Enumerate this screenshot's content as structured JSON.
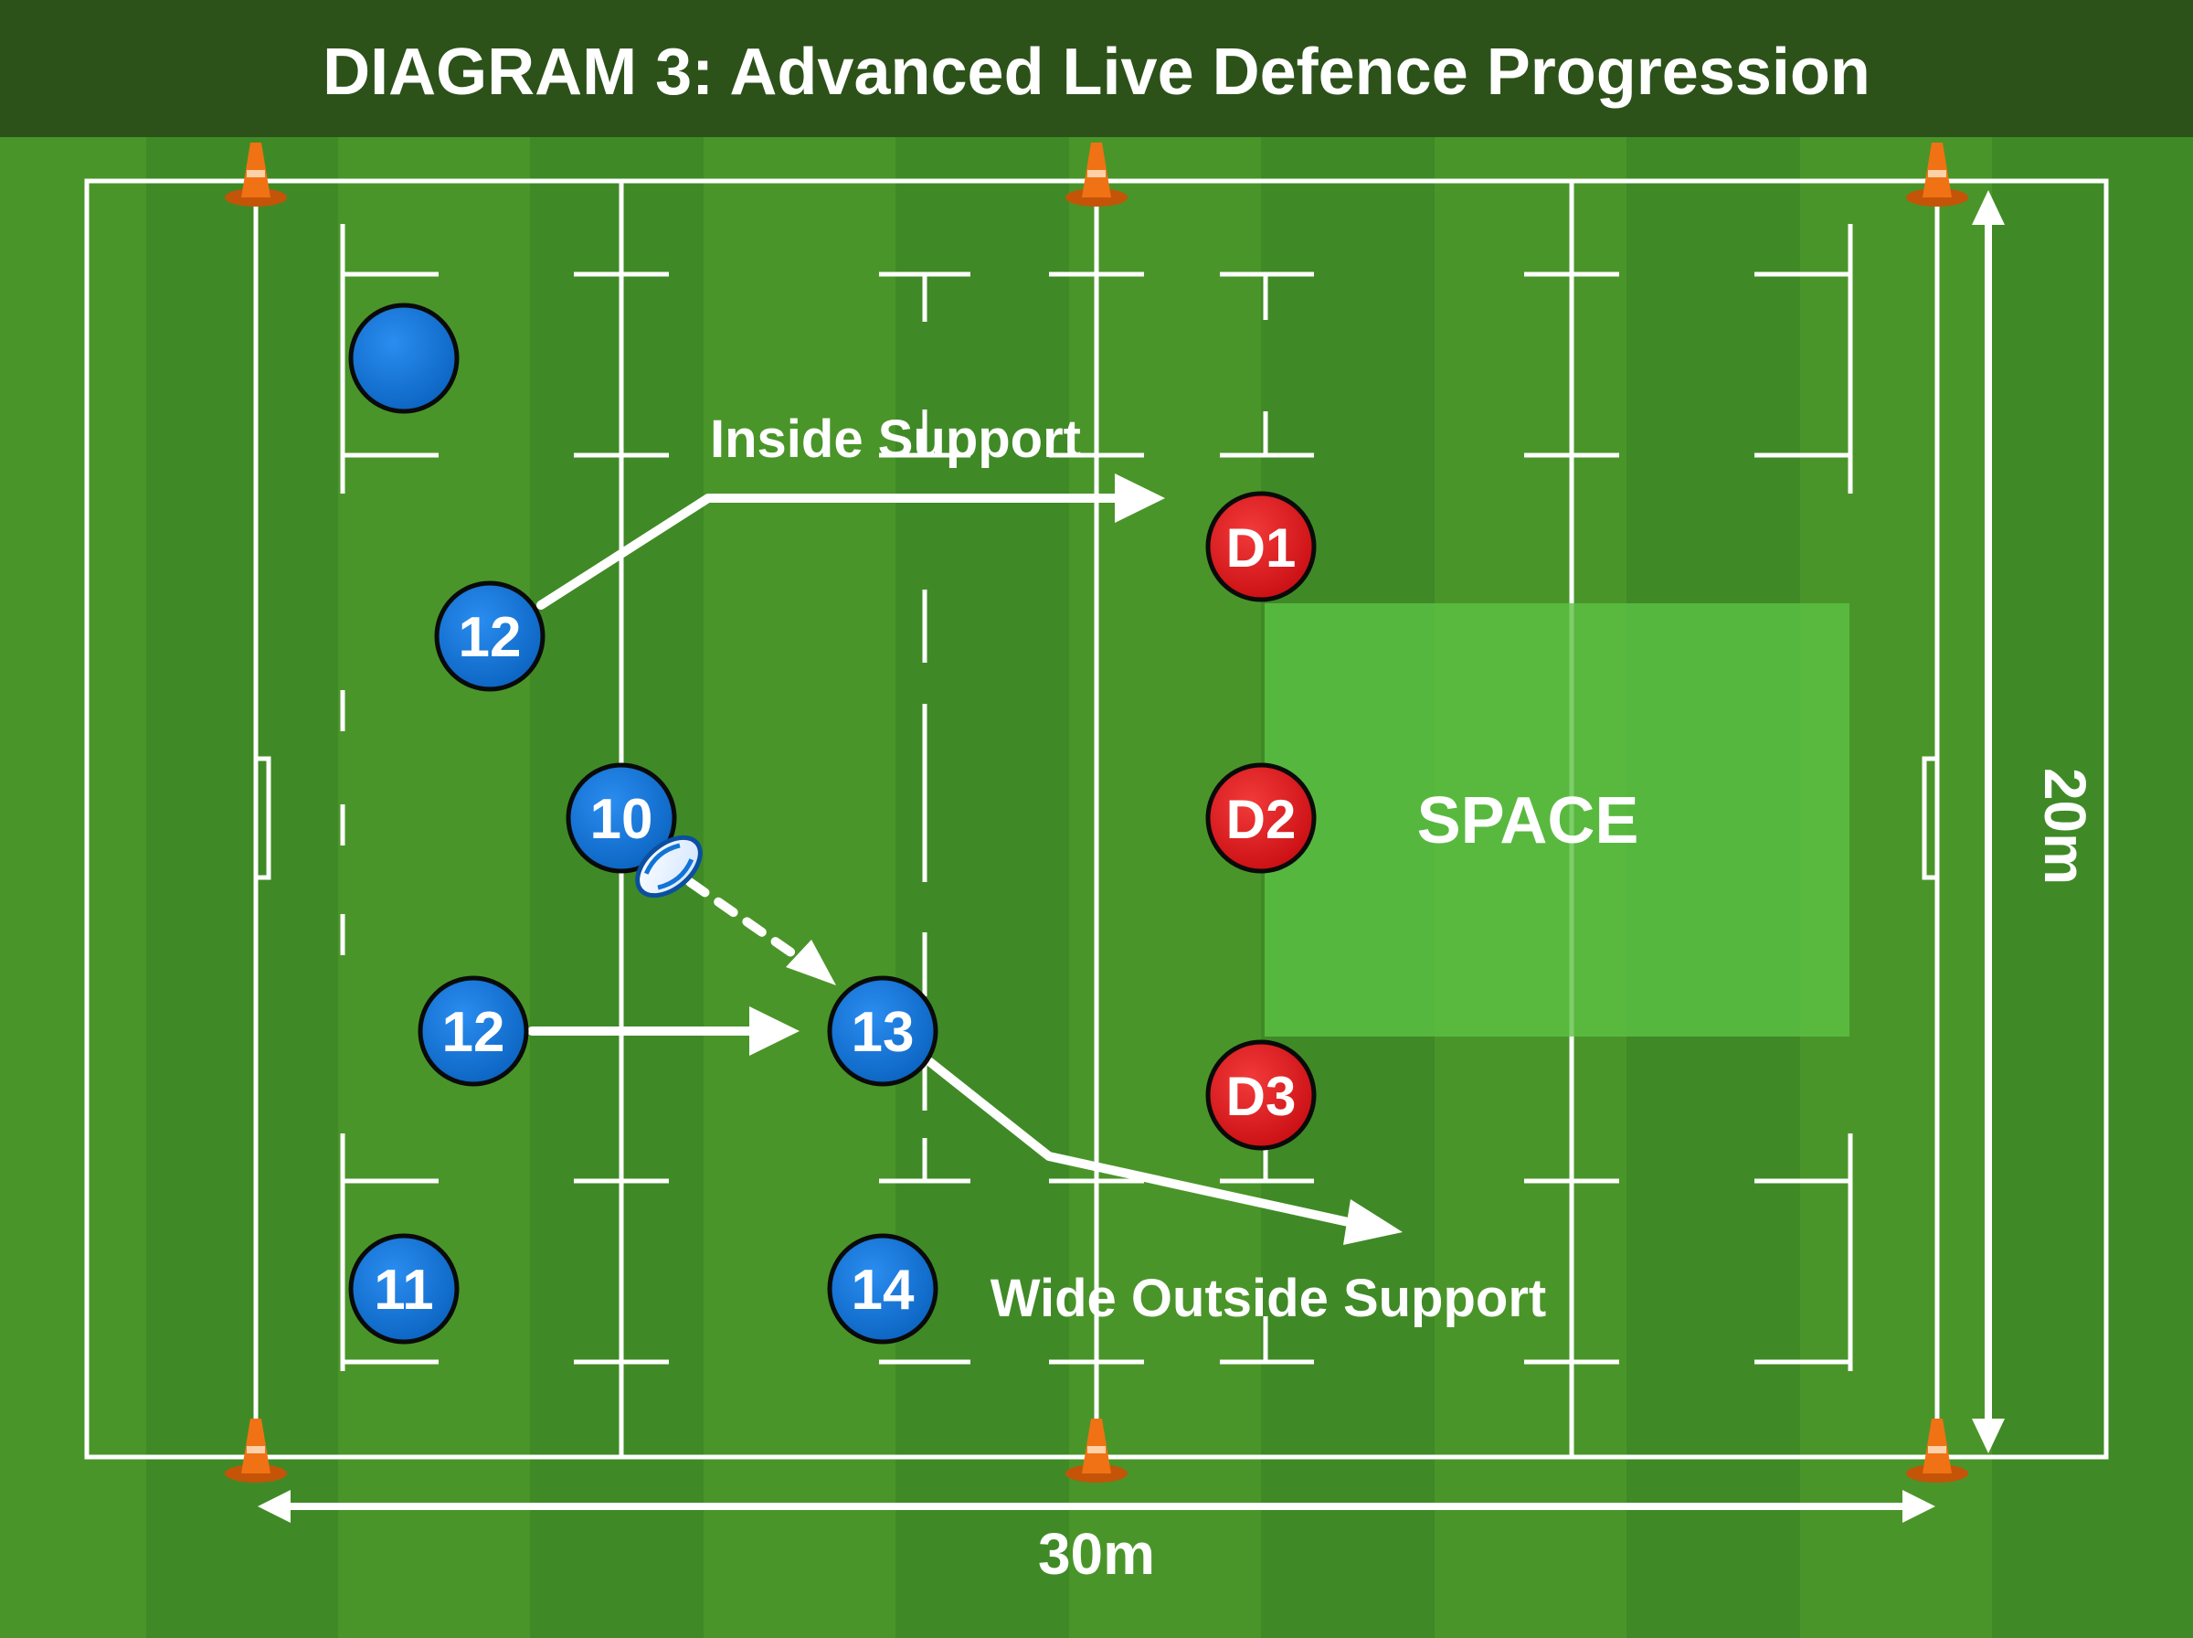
{
  "title": "DIAGRAM 3: Advanced Live Defence Progression",
  "labels": {
    "inside_support": "Inside Support",
    "wide_outside_support": "Wide Outside Support",
    "space": "SPACE",
    "width_dim": "30m",
    "height_dim": "20m"
  },
  "attackers": {
    "unlabeled": "",
    "inside_12": "12",
    "flyhalf_10": "10",
    "second_12": "12",
    "outside_13": "13",
    "wing_11": "11",
    "wing_14": "14"
  },
  "defenders": {
    "d1": "D1",
    "d2": "D2",
    "d3": "D3"
  },
  "colors": {
    "title_bar": "#2c521a",
    "grass_light": "#4f9a2d",
    "grass_dark": "#3f8a26",
    "attacker_blue": "#1174d6",
    "defender_red": "#e0161b",
    "cone_orange": "#f07214",
    "space_zone": "#5cc245",
    "line_white": "#ffffff"
  }
}
